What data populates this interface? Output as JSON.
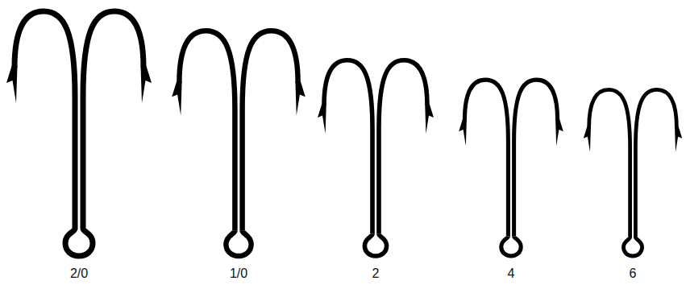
{
  "diagram": {
    "labels": [
      "2/0",
      "1/0",
      "2",
      "4",
      "6"
    ]
  }
}
